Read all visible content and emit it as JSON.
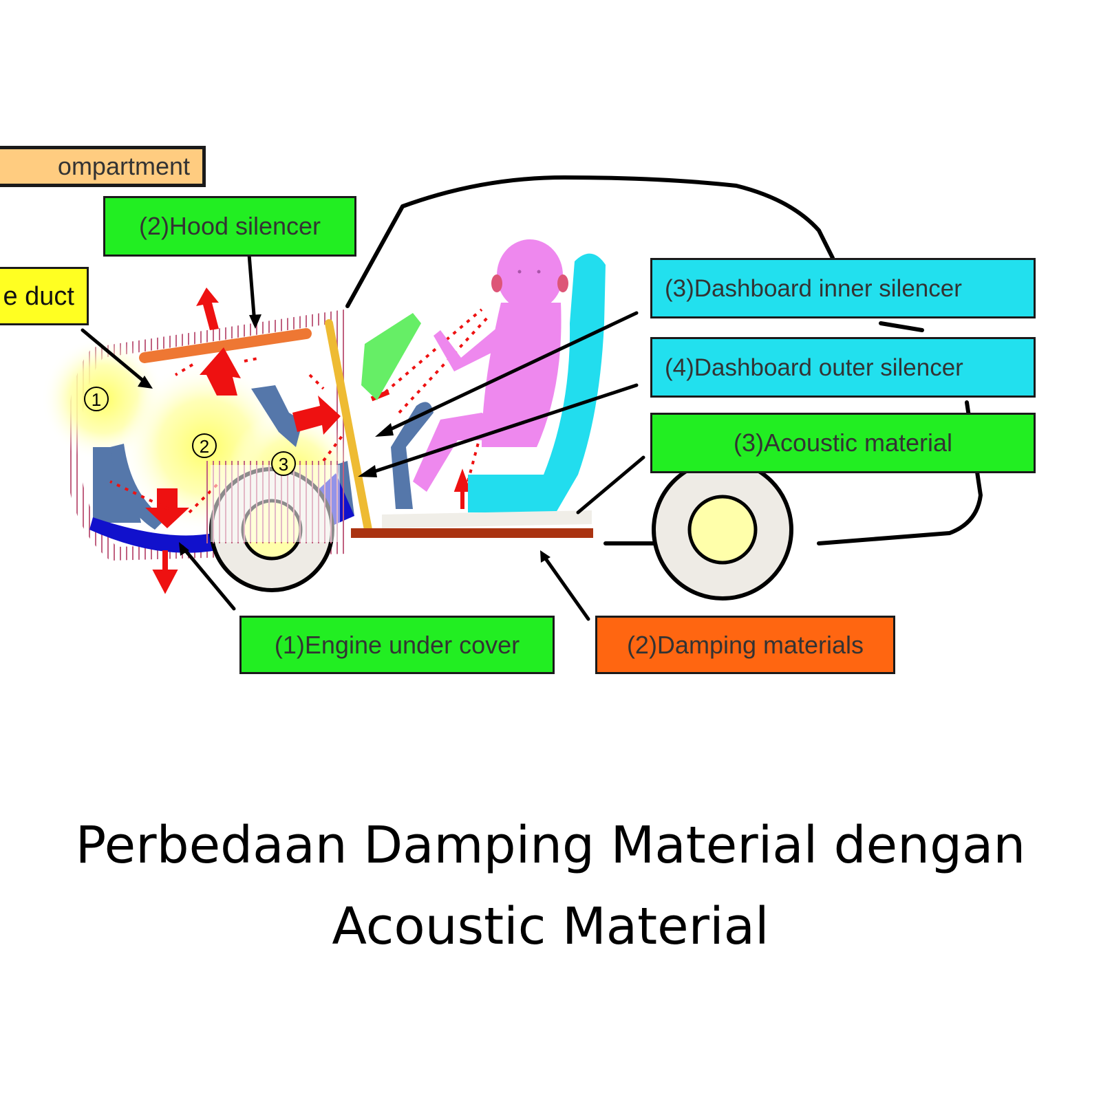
{
  "labels": {
    "compartment": "ompartment",
    "duct": "e duct",
    "hood_silencer": "(2)Hood silencer",
    "dash_inner": "(3)Dashboard inner silencer",
    "dash_outer": "(4)Dashboard outer silencer",
    "acoustic": "(3)Acoustic material",
    "engine_under_cover": "(1)Engine under cover",
    "damping": "(2)Damping materials"
  },
  "markers": [
    "1",
    "2",
    "3"
  ],
  "caption": {
    "line1": "Perbedaan Damping Material dengan",
    "line2": "Acoustic Material"
  },
  "colors": {
    "label_green": "#22ee22",
    "label_cyan": "#22e0ee",
    "label_yellow": "#ffff22",
    "label_orange": "#ff6611",
    "label_peach": "#ffcc80",
    "arrow_red": "#ee1111",
    "hood_orange": "#ee7733",
    "cover_blue": "#1111cc",
    "part_steel": "#5577aa",
    "occupant_pink": "#ee88ee",
    "seat_cyan": "#22ddee",
    "dash_yellow": "#eebb33",
    "damping_brown": "#aa3311"
  }
}
